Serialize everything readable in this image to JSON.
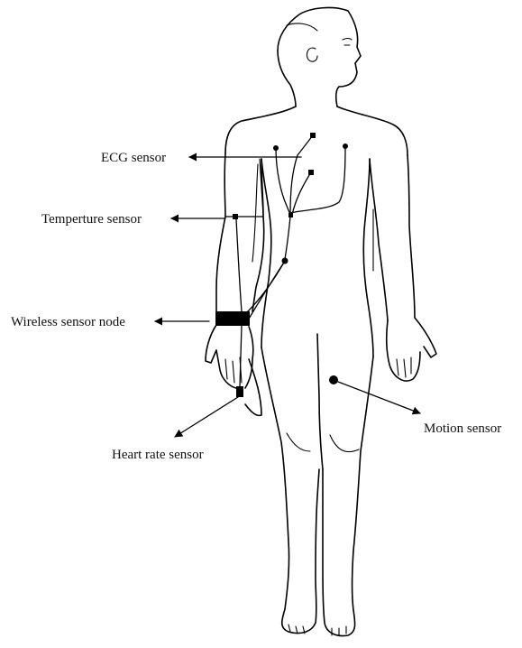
{
  "colors": {
    "line": "#000000",
    "background": "#ffffff",
    "text": "#111111"
  },
  "labels": {
    "ecg": "ECG sensor",
    "temperature": "Temperture sensor",
    "wireless_node": "Wireless sensor node",
    "heart_rate": "Heart rate sensor",
    "motion": "Motion sensor"
  }
}
